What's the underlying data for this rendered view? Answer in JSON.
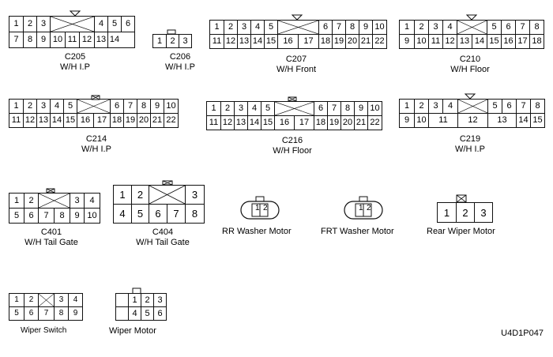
{
  "connectors": {
    "c205": {
      "code": "C205",
      "location": "W/H I.P",
      "row1": [
        "1",
        "2",
        "3",
        "",
        "4",
        "5",
        "6"
      ],
      "row2": [
        "7",
        "8",
        "9",
        "10",
        "11",
        "12",
        "13",
        "14"
      ]
    },
    "c206": {
      "code": "C206",
      "location": "W/H I.P",
      "row1": [
        "1",
        "2",
        "3"
      ]
    },
    "c207": {
      "code": "C207",
      "location": "W/H Front",
      "row1": [
        "1",
        "2",
        "3",
        "4",
        "5",
        "",
        "6",
        "7",
        "8",
        "9",
        "10"
      ],
      "row2": [
        "11",
        "12",
        "13",
        "14",
        "15",
        "16",
        "17",
        "18",
        "19",
        "20",
        "21",
        "22"
      ]
    },
    "c210": {
      "code": "C210",
      "location": "W/H Floor",
      "row1": [
        "1",
        "2",
        "3",
        "4",
        "",
        "5",
        "6",
        "7",
        "8"
      ],
      "row2": [
        "9",
        "10",
        "11",
        "12",
        "13",
        "14",
        "15",
        "16",
        "17",
        "18"
      ]
    },
    "c214": {
      "code": "C214",
      "location": "W/H I.P",
      "row1": [
        "1",
        "2",
        "3",
        "4",
        "5",
        "",
        "6",
        "7",
        "8",
        "9",
        "10"
      ],
      "row2": [
        "11",
        "12",
        "13",
        "14",
        "15",
        "16",
        "17",
        "18",
        "19",
        "20",
        "21",
        "22"
      ]
    },
    "c216": {
      "code": "C216",
      "location": "W/H Floor",
      "row1": [
        "1",
        "2",
        "3",
        "4",
        "5",
        "",
        "6",
        "7",
        "8",
        "9",
        "10"
      ],
      "row2": [
        "11",
        "12",
        "13",
        "14",
        "15",
        "16",
        "17",
        "18",
        "19",
        "20",
        "21",
        "22"
      ]
    },
    "c219": {
      "code": "C219",
      "location": "W/H I.P",
      "row1": [
        "1",
        "2",
        "3",
        "4",
        "",
        "5",
        "6",
        "7",
        "8"
      ],
      "row2": [
        "9",
        "10",
        "11",
        "12",
        "13",
        "14",
        "15"
      ]
    },
    "c401": {
      "code": "C401",
      "location": "W/H Tail Gate",
      "row1": [
        "1",
        "2",
        "",
        "3",
        "4"
      ],
      "row2": [
        "5",
        "6",
        "7",
        "8",
        "9",
        "10"
      ]
    },
    "c404": {
      "code": "C404",
      "location": "W/H Tail Gate",
      "row1": [
        "1",
        "2",
        "",
        "3"
      ],
      "row2": [
        "4",
        "5",
        "6",
        "7",
        "8"
      ]
    },
    "rr_washer": {
      "label": "RR Washer Motor",
      "pins": [
        "1",
        "2"
      ]
    },
    "frt_washer": {
      "label": "FRT Washer Motor",
      "pins": [
        "1",
        "2"
      ]
    },
    "rear_wiper": {
      "label": "Rear Wiper Motor",
      "pins": [
        "1",
        "2",
        "3"
      ]
    },
    "wiper_switch": {
      "label": "Wiper Switch",
      "row1": [
        "1",
        "2",
        "",
        "3",
        "4"
      ],
      "row2": [
        "5",
        "6",
        "7",
        "8",
        "9"
      ]
    },
    "wiper_motor": {
      "label": "Wiper Motor",
      "row1": [
        "1",
        "2",
        "3"
      ],
      "row2": [
        "4",
        "5",
        "6"
      ]
    }
  },
  "figure_code": "U4D1P047"
}
